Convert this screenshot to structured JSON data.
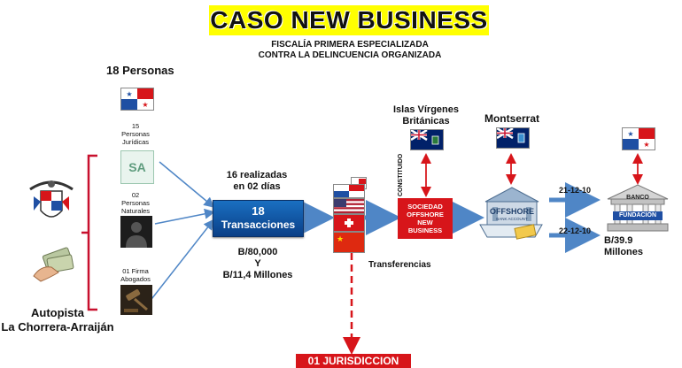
{
  "title": "CASO NEW BUSINESS",
  "subtitle_line1": "FISCALÍA PRIMERA ESPECIALIZADA",
  "subtitle_line2": "CONTRA LA DELINCUENCIA ORGANIZADA",
  "people": {
    "header": "18 Personas",
    "juridicas": {
      "count": "15",
      "line1": "Personas",
      "line2": "Jurídicas",
      "icon_text": "SA"
    },
    "naturales": {
      "count": "02",
      "line1": "Personas",
      "line2": "Naturales"
    },
    "abogados": {
      "line1": "01 Firma",
      "line2": "Abogados"
    }
  },
  "location": {
    "line1": "Autopista",
    "line2": "La Chorrera-Arraiján"
  },
  "transactions": {
    "above_line1": "16 realizadas",
    "above_line2": "en 02 días",
    "box_line1": "18",
    "box_line2": "Transacciones",
    "amount_line1": "B/80,000",
    "amount_line2": "Y",
    "amount_line3": "B/11,4 Millones"
  },
  "transfer_label": "Transferencias",
  "bvi": {
    "line1": "Islas Vírgenes",
    "line2": "Británicas"
  },
  "constituido_label": "CONSTITUIDO",
  "sociedad": {
    "line1": "SOCIEDAD",
    "line2": "OFFSHORE",
    "line3": "NEW",
    "line4": "BUSINESS"
  },
  "montserrat": "Montserrat",
  "offshore_bank": {
    "sign": "OFFSHORE",
    "sub": "BANK ACCOUNT"
  },
  "dates": {
    "first": "21-12-10",
    "second": "22-12-10"
  },
  "final_amount": {
    "line1": "B/39.9",
    "line2": "Millones"
  },
  "bank": {
    "top": "BANCO",
    "bottom": "FUNDACIÓN"
  },
  "jurisdiccion": "01 JURISDICCION",
  "colors": {
    "title_bg": "#ffff00",
    "arrow_blue": "#4f86c6",
    "red": "#d7151a",
    "bracket_red": "#c8102e"
  }
}
